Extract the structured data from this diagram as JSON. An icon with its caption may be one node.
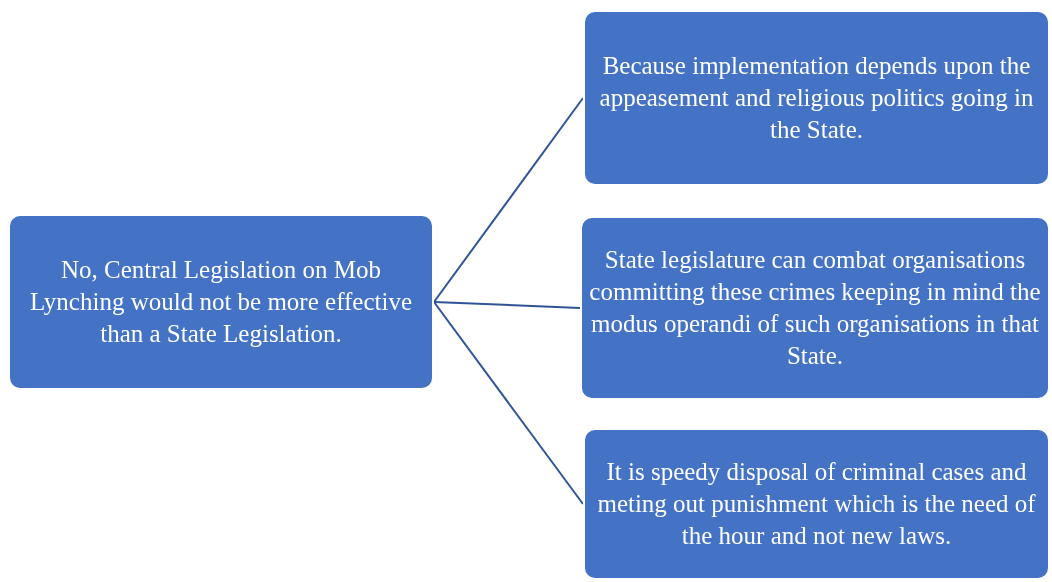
{
  "diagram": {
    "nodes": [
      {
        "text": [
          "No, Central Legislation on Mob Lynching would not be more effective than a State Legislation."
        ]
      },
      {
        "text": [
          "Because implementation depends upon the appeasement and religious politics going in the State."
        ]
      },
      {
        "text": [
          "State legislature can combat organisations committing these crimes keeping in mind the modus operandi of such organisations in that State."
        ]
      },
      {
        "text": [
          "It is speedy disposal of criminal cases and meting out punishment which is the need of the hour and not new laws."
        ]
      }
    ],
    "edges": [
      {
        "from": 0,
        "to": 1,
        "arrow": "none"
      },
      {
        "from": 0,
        "to": 2,
        "arrow": "none"
      },
      {
        "from": 0,
        "to": 3,
        "arrow": "none"
      }
    ]
  }
}
